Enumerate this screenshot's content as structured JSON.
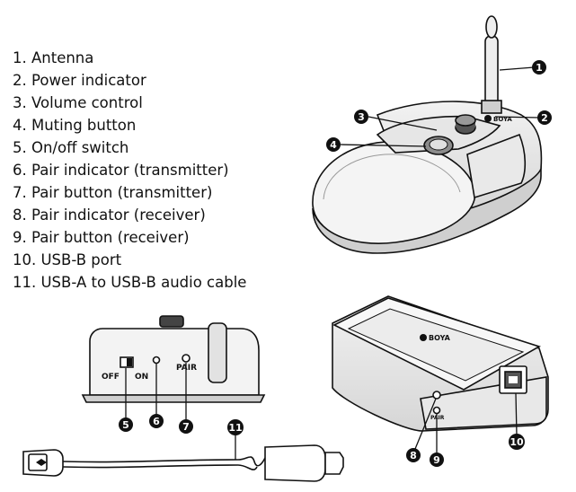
{
  "parts": [
    "1. Antenna",
    "2. Power indicator",
    "3. Volume control",
    "4. Muting button",
    "5. On/off switch",
    "6. Pair indicator (transmitter)",
    "7. Pair button (transmitter)",
    "8. Pair indicator (receiver)",
    "9. Pair button (receiver)",
    "10. USB-B port",
    "11. USB-A to USB-B audio cable"
  ],
  "callouts": [
    "1",
    "2",
    "3",
    "4",
    "5",
    "6",
    "7",
    "8",
    "9",
    "10",
    "11"
  ],
  "device_labels": {
    "off": "OFF",
    "on": "ON",
    "pair": "PAIR",
    "receiver_pair": "PAIR",
    "brand": "BOYA"
  }
}
